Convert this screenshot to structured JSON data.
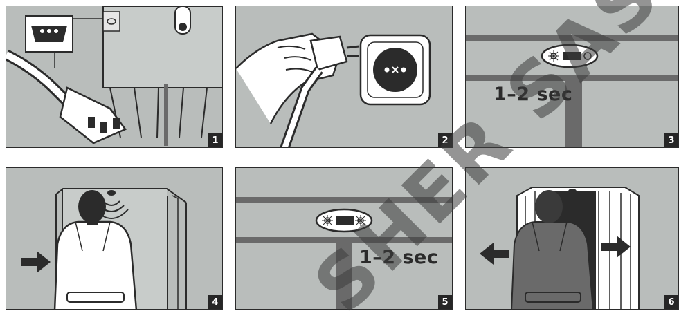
{
  "panels": [
    {
      "id": 1,
      "number": "1",
      "label": ""
    },
    {
      "id": 2,
      "number": "2",
      "label": ""
    },
    {
      "id": 3,
      "number": "3",
      "label": "1–2 sec"
    },
    {
      "id": 4,
      "number": "4",
      "label": ""
    },
    {
      "id": 5,
      "number": "5",
      "label": "1–2 sec"
    },
    {
      "id": 6,
      "number": "6",
      "label": ""
    }
  ],
  "watermark": "SHER SAS",
  "colors": {
    "panel_bg": "#b9bdbb",
    "ink": "#2b2b2b",
    "dark": "#6a6a6a",
    "white": "#ffffff"
  }
}
